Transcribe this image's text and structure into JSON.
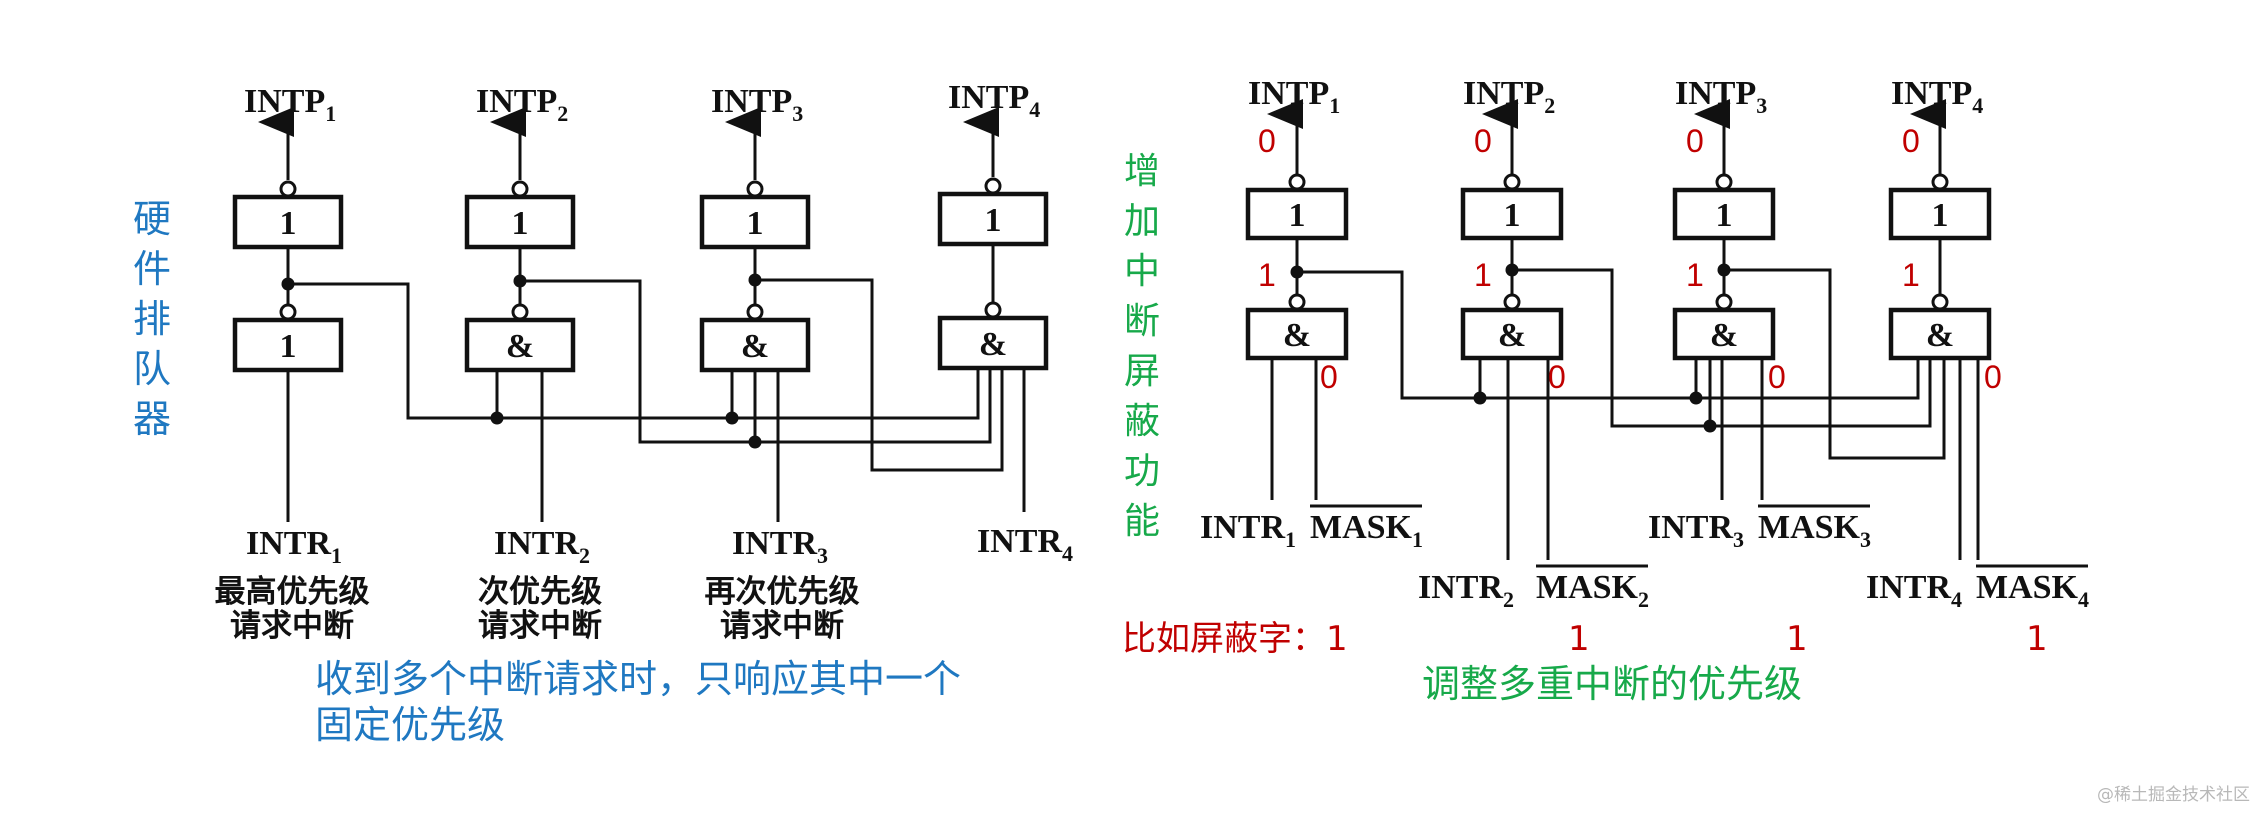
{
  "left": {
    "outputs": [
      "INTP",
      "INTP",
      "INTP",
      "INTP"
    ],
    "output_subs": [
      "1",
      "2",
      "3",
      "4"
    ],
    "inputs": [
      "INTR",
      "INTR",
      "INTR",
      "INTR"
    ],
    "input_subs": [
      "1",
      "2",
      "3",
      "4"
    ],
    "top_gates": [
      "1",
      "1",
      "1",
      "1"
    ],
    "bottom_gates": [
      "1",
      "&",
      "&",
      "&"
    ],
    "priority_notes": [
      [
        "最高优先级",
        "请求中断"
      ],
      [
        "次优先级",
        "请求中断"
      ],
      [
        "再次优先级",
        "请求中断"
      ]
    ],
    "side_label": [
      "硬",
      "件",
      "排",
      "队",
      "器"
    ],
    "caption": [
      "收到多个中断请求时，只响应其中一个",
      "固定优先级"
    ]
  },
  "right": {
    "outputs": [
      "INTP",
      "INTP",
      "INTP",
      "INTP"
    ],
    "output_subs": [
      "1",
      "2",
      "3",
      "4"
    ],
    "top_gates": [
      "1",
      "1",
      "1",
      "1"
    ],
    "and_gates": [
      "&",
      "&",
      "&",
      "&"
    ],
    "output_values": [
      "0",
      "0",
      "0",
      "0"
    ],
    "mid_values": [
      "1",
      "1",
      "1",
      "1"
    ],
    "mask_line_values": [
      "0",
      "0",
      "0",
      "0"
    ],
    "intr": [
      "INTR",
      "INTR",
      "INTR",
      "INTR"
    ],
    "intr_subs": [
      "1",
      "2",
      "3",
      "4"
    ],
    "mask": [
      "MASK",
      "MASK",
      "MASK",
      "MASK"
    ],
    "mask_subs": [
      "1",
      "2",
      "3",
      "4"
    ],
    "side_label": [
      "增",
      "加",
      "中",
      "断",
      "屏",
      "蔽",
      "功",
      "能"
    ],
    "mask_word_label": "比如屏蔽字：",
    "mask_word_values": [
      "1",
      "1",
      "1",
      "1"
    ],
    "caption": "调整多重中断的优先级"
  },
  "colors": {
    "blue": "#1f78c1",
    "green": "#17a94a",
    "red": "#c00000"
  },
  "watermark": "@稀土掘金技术社区"
}
